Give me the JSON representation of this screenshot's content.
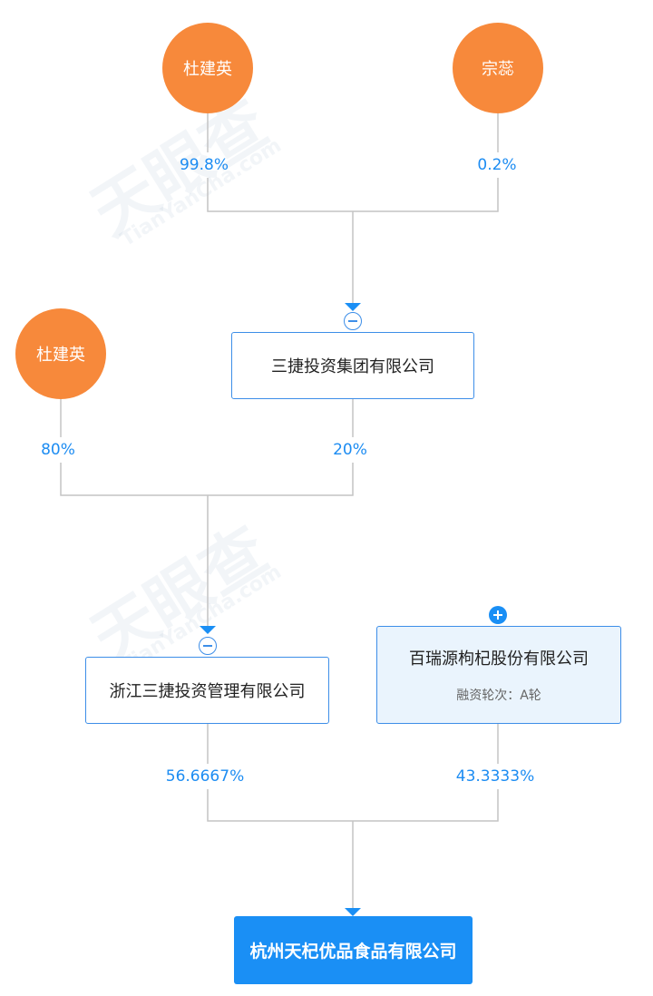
{
  "shareholders": {
    "du_top": "杜建英",
    "zong": "宗蕊",
    "du_left": "杜建英"
  },
  "percentages": {
    "du_top": "99.8%",
    "zong": "0.2%",
    "du_left": "80%",
    "sanjie_group": "20%",
    "zhejiang_sanjie": "56.6667%",
    "bairui": "43.3333%"
  },
  "companies": {
    "sanjie_group": "三捷投资集团有限公司",
    "zhejiang_sanjie": "浙江三捷投资管理有限公司",
    "bairui": {
      "name": "百瑞源枸杞股份有限公司",
      "funding_round": "融资轮次：A轮"
    },
    "target": "杭州天杞优品食品有限公司"
  },
  "watermark": {
    "brand": "天眼查",
    "domain": "TianYanCha.com"
  },
  "colors": {
    "person": "#f7893b",
    "accent": "#1a8ff5",
    "line": "#c4c4c4",
    "percent": "#1c8cf2"
  }
}
